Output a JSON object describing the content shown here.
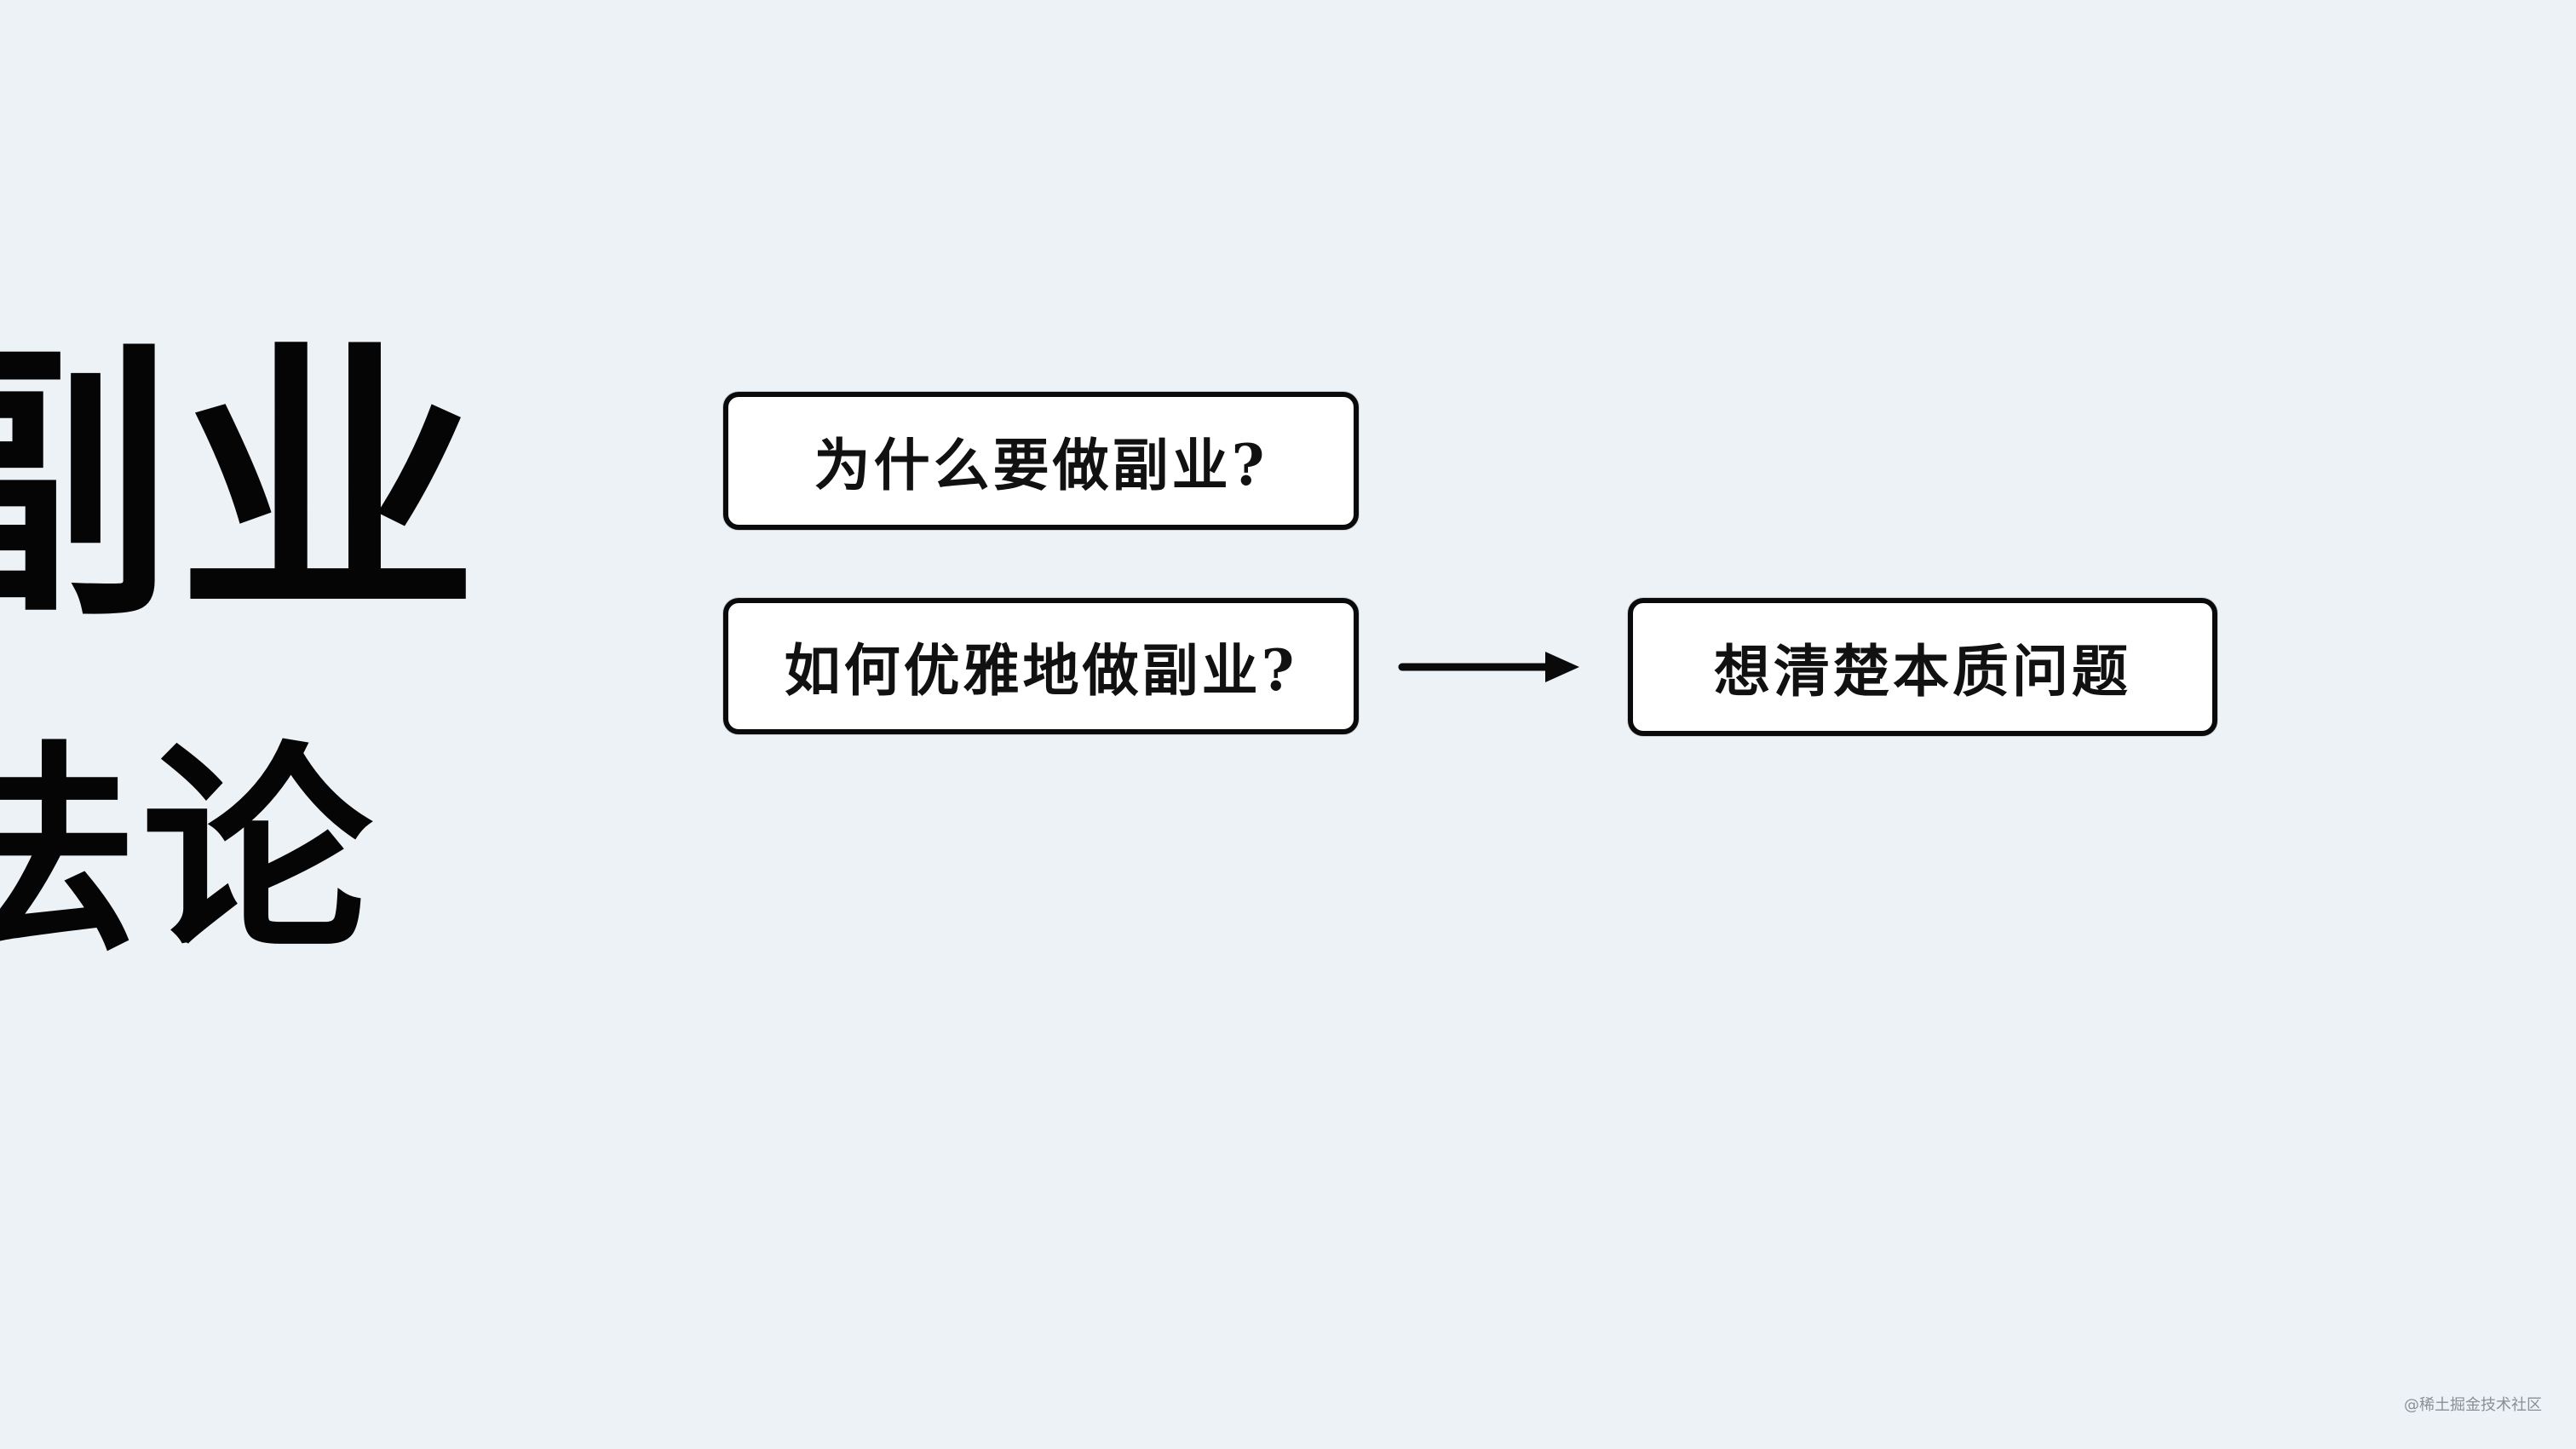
{
  "title": {
    "line1": "副业",
    "line2": "法论"
  },
  "boxes": {
    "why": "为什么要做副业?",
    "how": "如何优雅地做副业?",
    "think": "想清楚本质问题"
  },
  "watermark": "@稀土掘金技术社区",
  "colors": {
    "background": "#edf2f7",
    "box_fill": "#ffffff",
    "ink": "#0a0a0a"
  }
}
